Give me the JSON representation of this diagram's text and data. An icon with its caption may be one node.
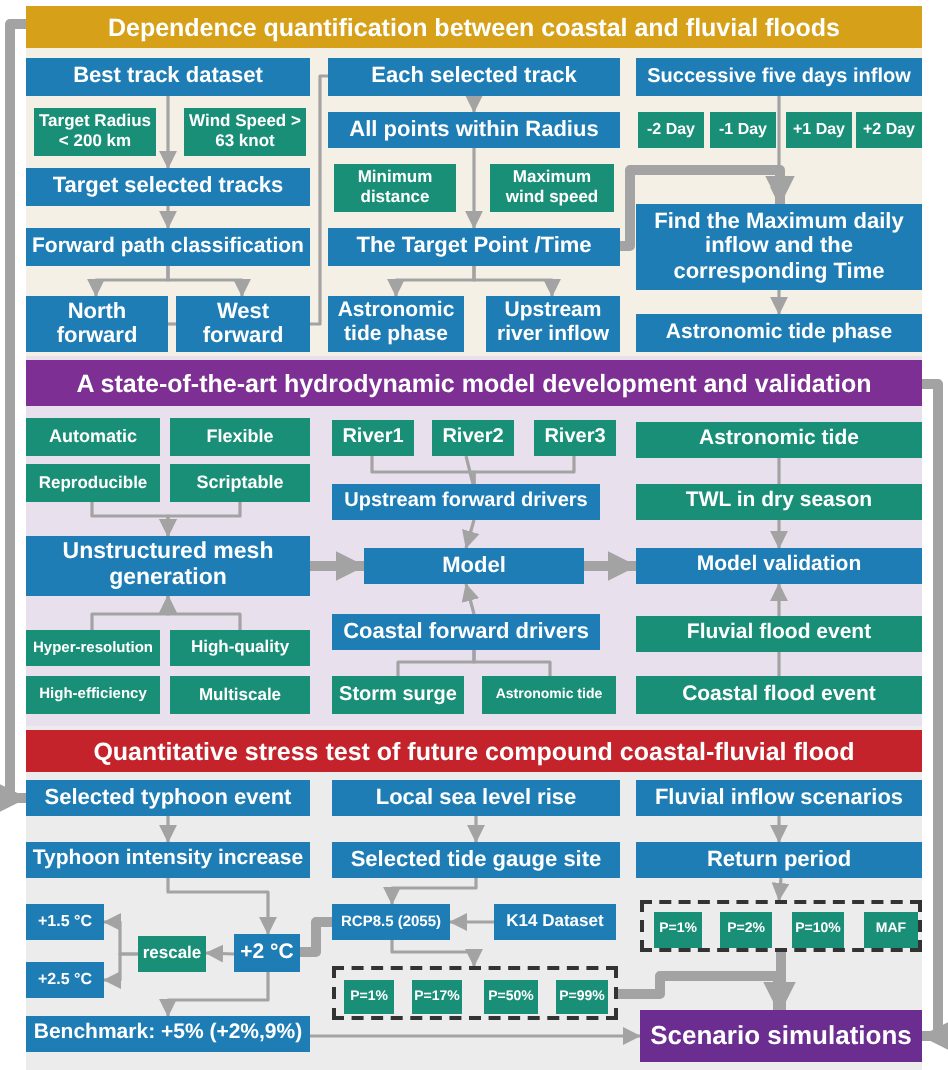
{
  "diagram": {
    "nodes": [
      {
        "text": [
          "Dependence quantification between coastal and fluvial floods"
        ]
      },
      {
        "text": [
          "Best track dataset"
        ],
        "in": 0
      },
      {
        "text": [
          "Target Radius < 200 km"
        ],
        "in": 0
      },
      {
        "text": [
          "Wind Speed > 63 knot"
        ],
        "in": 0
      },
      {
        "text": [
          "Target selected tracks"
        ],
        "in": 0
      },
      {
        "text": [
          "Forward path classification"
        ],
        "in": 0
      },
      {
        "text": [
          "North forward"
        ],
        "in": 0
      },
      {
        "text": [
          "West forward"
        ],
        "in": 0
      },
      {
        "text": [
          "Each selected track"
        ],
        "in": 0
      },
      {
        "text": [
          "All points within Radius"
        ],
        "in": 0
      },
      {
        "text": [
          "Minimum distance"
        ],
        "in": 0
      },
      {
        "text": [
          "Maximum wind speed"
        ],
        "in": 0
      },
      {
        "text": [
          "The Target Point /Time"
        ],
        "in": 0
      },
      {
        "text": [
          "Astronomic tide phase"
        ],
        "in": 0
      },
      {
        "text": [
          "Upstream river inflow"
        ],
        "in": 0
      },
      {
        "text": [
          "Successive five days inflow"
        ],
        "in": 0
      },
      {
        "text": [
          "-2 Day"
        ],
        "in": 0
      },
      {
        "text": [
          "-1 Day"
        ],
        "in": 0
      },
      {
        "text": [
          "+1 Day"
        ],
        "in": 0
      },
      {
        "text": [
          "+2 Day"
        ],
        "in": 0
      },
      {
        "text": [
          "Find the Maximum daily inflow and the corresponding Time"
        ],
        "in": 0
      },
      {
        "text": [
          "Astronomic tide phase"
        ],
        "in": 0
      },
      {
        "text": [
          "A state-of-the-art hydrodynamic model development and validation"
        ]
      },
      {
        "text": [
          "Automatic"
        ],
        "in": 22
      },
      {
        "text": [
          "Flexible"
        ],
        "in": 22
      },
      {
        "text": [
          "Reproducible"
        ],
        "in": 22
      },
      {
        "text": [
          "Scriptable"
        ],
        "in": 22
      },
      {
        "text": [
          "Unstructured mesh generation"
        ],
        "in": 22
      },
      {
        "text": [
          "Hyper-resolution"
        ],
        "in": 22
      },
      {
        "text": [
          "High-quality"
        ],
        "in": 22
      },
      {
        "text": [
          "High-efficiency"
        ],
        "in": 22
      },
      {
        "text": [
          "Multiscale"
        ],
        "in": 22
      },
      {
        "text": [
          "River1"
        ],
        "in": 22
      },
      {
        "text": [
          "River2"
        ],
        "in": 22
      },
      {
        "text": [
          "River3"
        ],
        "in": 22
      },
      {
        "text": [
          "Upstream forward drivers"
        ],
        "in": 22
      },
      {
        "text": [
          "Model"
        ],
        "in": 22
      },
      {
        "text": [
          "Coastal forward drivers"
        ],
        "in": 22
      },
      {
        "text": [
          "Storm surge"
        ],
        "in": 22
      },
      {
        "text": [
          "Astronomic tide"
        ],
        "in": 22
      },
      {
        "text": [
          "Astronomic tide"
        ],
        "in": 22
      },
      {
        "text": [
          "TWL in dry season"
        ],
        "in": 22
      },
      {
        "text": [
          "Model validation"
        ],
        "in": 22
      },
      {
        "text": [
          "Fluvial flood event"
        ],
        "in": 22
      },
      {
        "text": [
          "Coastal flood event"
        ],
        "in": 22
      },
      {
        "text": [
          "Quantitative stress test of future compound coastal-fluvial flood"
        ]
      },
      {
        "text": [
          "Selected typhoon event"
        ],
        "in": 45
      },
      {
        "text": [
          "Typhoon intensity increase"
        ],
        "in": 45
      },
      {
        "text": [
          "+1.5 °C"
        ],
        "in": 45
      },
      {
        "text": [
          "+2.5 °C"
        ],
        "in": 45
      },
      {
        "text": [
          "rescale"
        ],
        "in": 45
      },
      {
        "text": [
          "+2 °C"
        ],
        "in": 45
      },
      {
        "text": [
          "Benchmark: +5% (+2%,9%)"
        ],
        "in": 45
      },
      {
        "text": [
          "Local sea level rise"
        ],
        "in": 45
      },
      {
        "text": [
          "Selected tide gauge site"
        ],
        "in": 45
      },
      {
        "text": [
          "RCP8.5 (2055)"
        ],
        "in": 45
      },
      {
        "text": [
          "K14 Dataset"
        ],
        "in": 45
      },
      {
        "text": [],
        "shape": "box",
        "in": 45
      },
      {
        "text": [
          "P=1%"
        ],
        "in": 57
      },
      {
        "text": [
          "P=17%"
        ],
        "in": 57
      },
      {
        "text": [
          "P=50%"
        ],
        "in": 57
      },
      {
        "text": [
          "P=99%"
        ],
        "in": 57
      },
      {
        "text": [
          "Fluvial inflow scenarios"
        ],
        "in": 45
      },
      {
        "text": [
          "Return period"
        ],
        "in": 45
      },
      {
        "text": [],
        "shape": "box",
        "in": 45
      },
      {
        "text": [
          "P=1%"
        ],
        "in": 64
      },
      {
        "text": [
          "P=2%"
        ],
        "in": 64
      },
      {
        "text": [
          "P=10%"
        ],
        "in": 64
      },
      {
        "text": [
          "MAF"
        ],
        "in": 64
      },
      {
        "text": [
          "Scenario simulations"
        ],
        "in": 45
      }
    ],
    "edges": [
      {
        "from": 1,
        "to": 4,
        "arrow": "to"
      },
      {
        "from": 4,
        "to": 5,
        "arrow": "to"
      },
      {
        "from": 5,
        "to": 6,
        "arrow": "to"
      },
      {
        "from": 5,
        "to": 7,
        "arrow": "to"
      },
      {
        "from": 6,
        "to": 7,
        "arrow": "none"
      },
      {
        "from": 7,
        "to": 8,
        "arrow": "none"
      },
      {
        "from": 8,
        "to": 9,
        "arrow": "to"
      },
      {
        "from": 9,
        "to": 12,
        "arrow": "to"
      },
      {
        "from": 12,
        "to": 13,
        "arrow": "to"
      },
      {
        "from": 12,
        "to": 14,
        "arrow": "to"
      },
      {
        "from": 12,
        "to": 20,
        "arrow": "to",
        "style": "thick"
      },
      {
        "from": 15,
        "to": 20,
        "arrow": "to"
      },
      {
        "from": 20,
        "to": 21,
        "arrow": "to"
      },
      {
        "from": 25,
        "to": 27,
        "arrow": "to"
      },
      {
        "from": 26,
        "to": 27,
        "arrow": "to"
      },
      {
        "from": 28,
        "to": 27,
        "arrow": "to"
      },
      {
        "from": 29,
        "to": 27,
        "arrow": "to"
      },
      {
        "from": 27,
        "to": 36,
        "arrow": "to",
        "style": "thick"
      },
      {
        "from": 32,
        "to": 35,
        "arrow": "none"
      },
      {
        "from": 33,
        "to": 35,
        "arrow": "none"
      },
      {
        "from": 34,
        "to": 35,
        "arrow": "none"
      },
      {
        "from": 35,
        "to": 36,
        "arrow": "to"
      },
      {
        "from": 37,
        "to": 36,
        "arrow": "to"
      },
      {
        "from": 38,
        "to": 37,
        "arrow": "none"
      },
      {
        "from": 39,
        "to": 37,
        "arrow": "none"
      },
      {
        "from": 36,
        "to": 42,
        "arrow": "to",
        "style": "thick"
      },
      {
        "from": 40,
        "to": 41,
        "arrow": "none"
      },
      {
        "from": 41,
        "to": 42,
        "arrow": "to"
      },
      {
        "from": 44,
        "to": 43,
        "arrow": "none"
      },
      {
        "from": 43,
        "to": 42,
        "arrow": "to"
      },
      {
        "from": 0,
        "to": 46,
        "arrow": "to",
        "style": "thick"
      },
      {
        "from": 22,
        "to": 69,
        "arrow": "to",
        "style": "thick"
      },
      {
        "from": 46,
        "to": 47,
        "arrow": "to"
      },
      {
        "from": 47,
        "to": 51,
        "arrow": "to"
      },
      {
        "from": 51,
        "to": 50,
        "arrow": "to"
      },
      {
        "from": 50,
        "to": 48,
        "arrow": "to"
      },
      {
        "from": 50,
        "to": 49,
        "arrow": "to"
      },
      {
        "from": 51,
        "to": 52,
        "arrow": "to"
      },
      {
        "from": 55,
        "to": 51,
        "arrow": "none",
        "style": "thick"
      },
      {
        "from": 53,
        "to": 54,
        "arrow": "to"
      },
      {
        "from": 54,
        "to": 55,
        "arrow": "to"
      },
      {
        "from": 56,
        "to": 55,
        "arrow": "to"
      },
      {
        "from": 55,
        "to": 57,
        "arrow": "to"
      },
      {
        "from": 57,
        "to": 69,
        "arrow": "to",
        "style": "thick"
      },
      {
        "from": 62,
        "to": 63,
        "arrow": "to"
      },
      {
        "from": 63,
        "to": 64,
        "arrow": "to"
      },
      {
        "from": 64,
        "to": 69,
        "arrow": "to",
        "style": "thick"
      },
      {
        "from": 52,
        "to": 69,
        "arrow": "to"
      }
    ]
  }
}
